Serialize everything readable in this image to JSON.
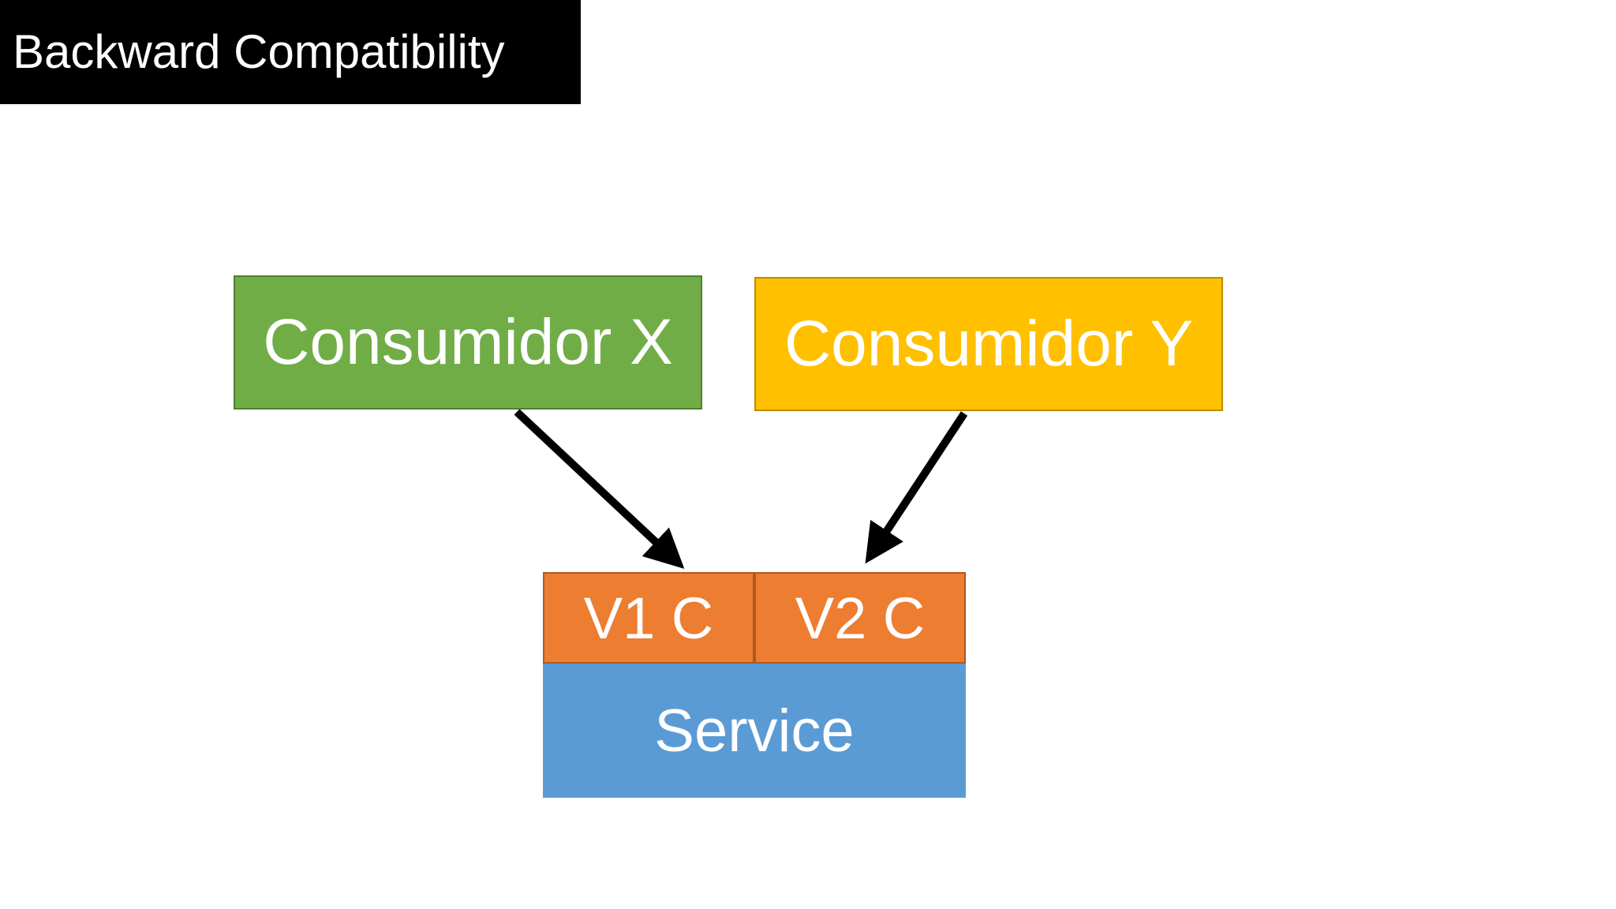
{
  "title": "Backward Compatibility",
  "nodes": {
    "consumer_x": {
      "label": "Consumidor X",
      "color": "#70ad47"
    },
    "consumer_y": {
      "label": "Consumidor Y",
      "color": "#ffc000"
    },
    "v1_contract": {
      "label": "V1 C",
      "color": "#ed7d31"
    },
    "v2_contract": {
      "label": "V2 C",
      "color": "#ed7d31"
    },
    "service": {
      "label": "Service",
      "color": "#5b9bd5"
    }
  },
  "edges": [
    {
      "from": "consumer_x",
      "to": "v1_contract"
    },
    {
      "from": "consumer_y",
      "to": "v2_contract"
    }
  ]
}
